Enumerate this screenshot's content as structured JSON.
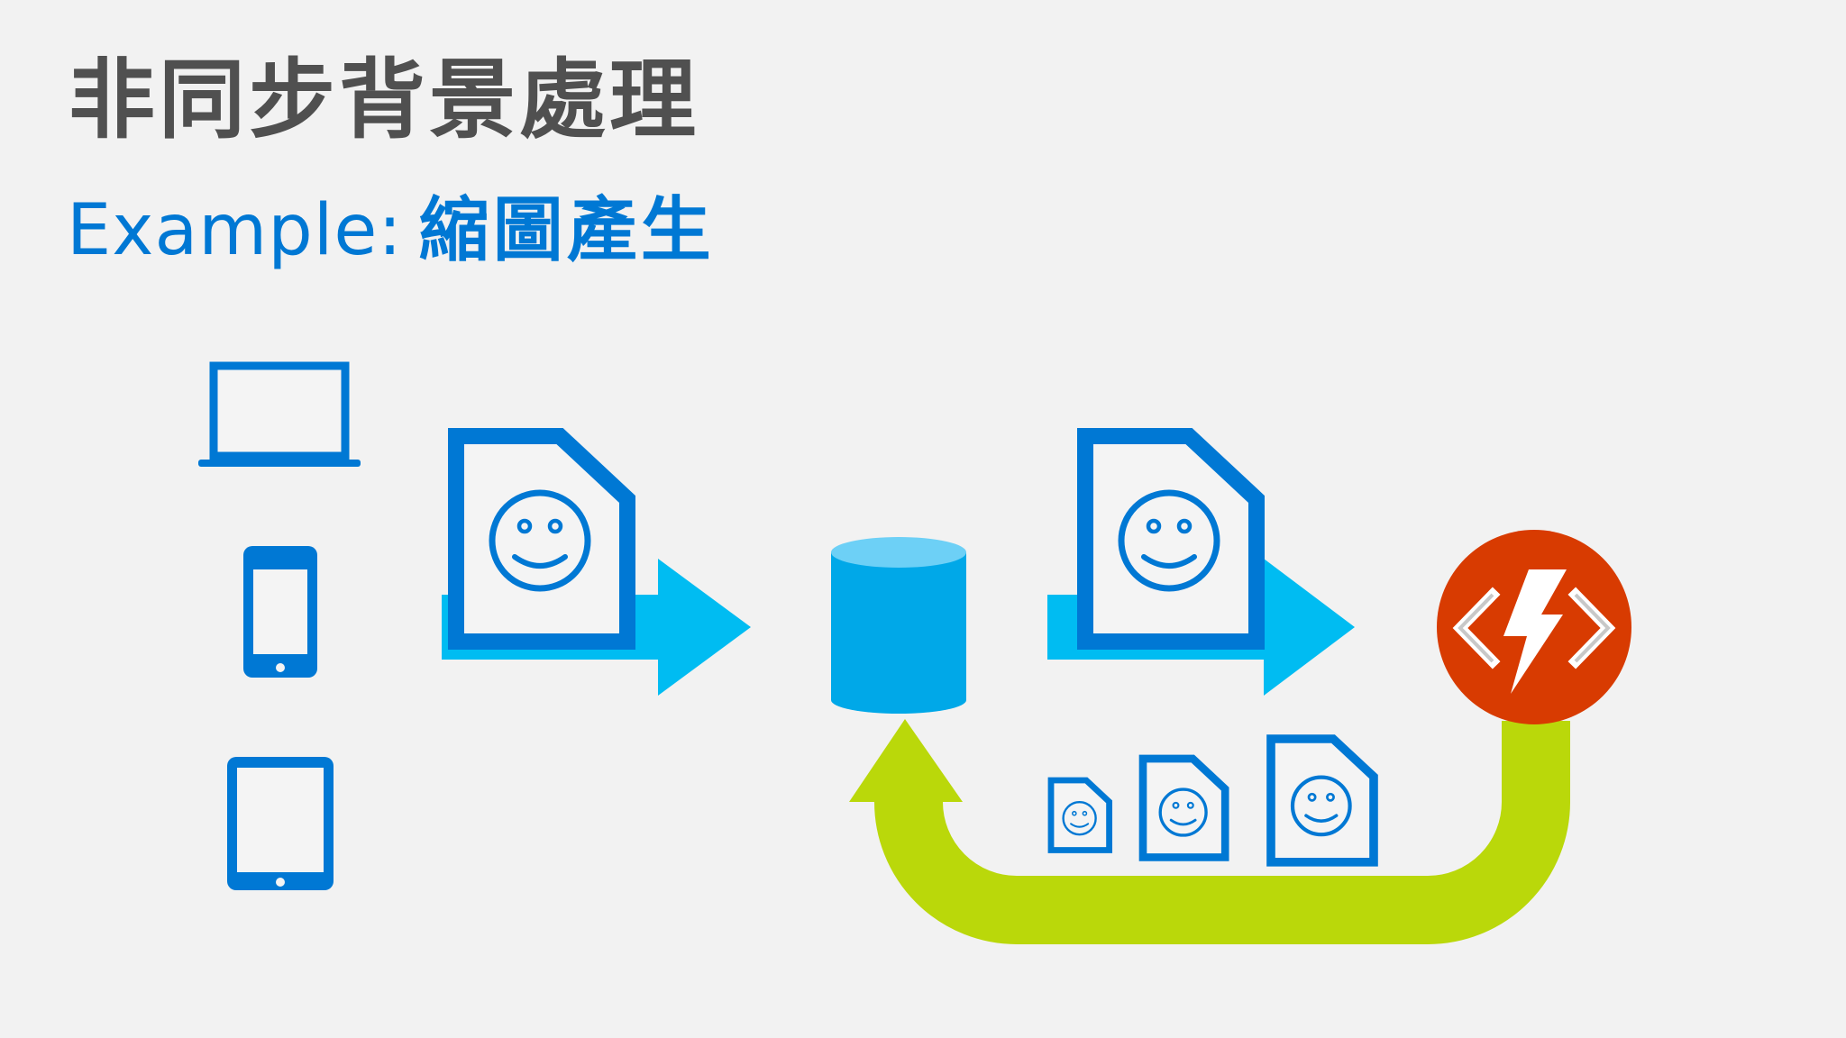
{
  "slide": {
    "title": "非同步背景處理",
    "subtitle_prefix": "Example:",
    "subtitle_main": "縮圖產生"
  },
  "colors": {
    "background": "#f2f2f2",
    "title": "#505050",
    "accent_blue": "#0078d4",
    "arrow_cyan": "#00bcf2",
    "storage_blue": "#00a8e8",
    "storage_top": "#6dd0f6",
    "loop_green": "#bad80a",
    "function_red": "#d83b01"
  },
  "icons": {
    "devices": [
      "laptop-icon",
      "phone-icon",
      "tablet-icon"
    ],
    "upload": "image-file-icon",
    "storage": "storage-cylinder-icon",
    "trigger": "image-file-icon",
    "function": "azure-functions-icon",
    "thumbnails": [
      "thumbnail-small-icon",
      "thumbnail-medium-icon",
      "thumbnail-large-icon"
    ]
  }
}
